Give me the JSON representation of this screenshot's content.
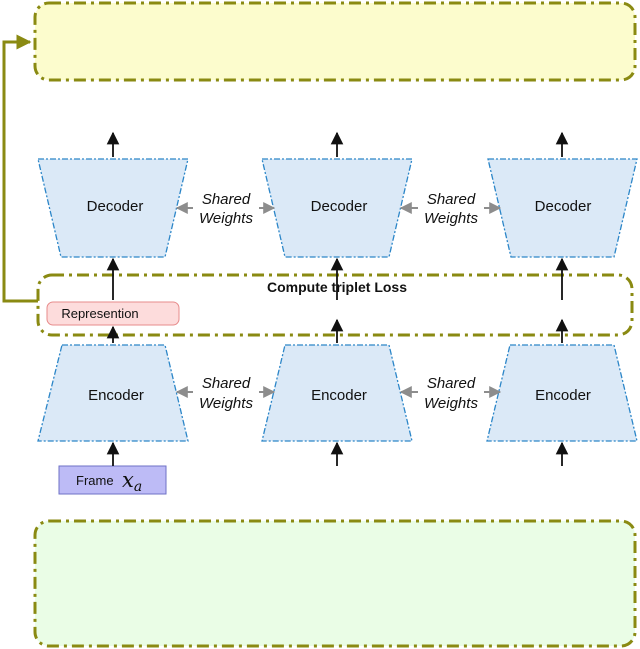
{
  "decoder": {
    "label": "Decoder"
  },
  "encoder": {
    "label": "Encoder"
  },
  "shared_weights": {
    "line1": "Shared",
    "line2": "Weights"
  },
  "triplet": {
    "label": "Compute triplet Loss"
  },
  "representation": {
    "label": "Represention"
  },
  "frame": {
    "label": "Frame",
    "symbol": "x",
    "subscript": "a"
  },
  "colors": {
    "top_box_fill": "#fcfccd",
    "bottom_box_fill": "#eafde6",
    "dashed_border": "#8a8a12",
    "trapezoid_fill": "#dbe9f7",
    "trapezoid_border": "#2c86c8",
    "representation_fill": "#fddcdc",
    "representation_border": "#e78b8b",
    "frame_fill": "#bdbbf6",
    "frame_border": "#6e72c6",
    "arrow": "#111111",
    "shared_arrow": "#8d8d8d"
  }
}
